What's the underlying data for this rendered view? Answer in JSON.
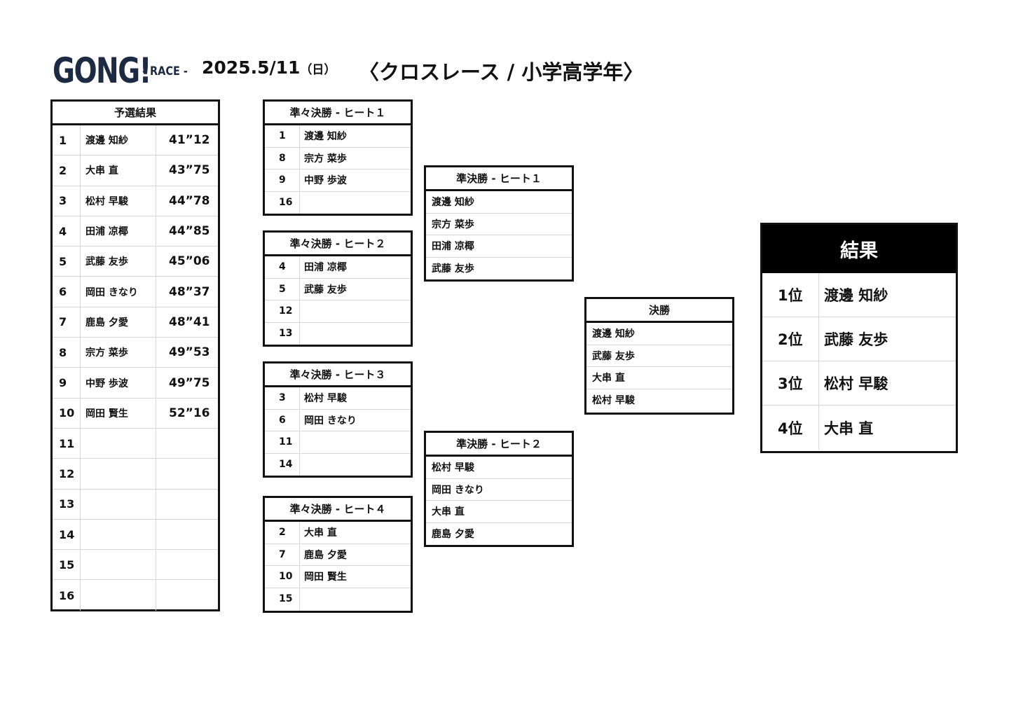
{
  "header": {
    "logo_main": "GONG!",
    "logo_sub": "- RACE -",
    "date": "2025.5/11",
    "day": "（日）",
    "subtitle": "〈クロスレース / 小学高学年〉"
  },
  "qualifying": {
    "title": "予選結果",
    "rows": [
      {
        "rank": "1",
        "name": "渡邊 知紗",
        "time": "41”12"
      },
      {
        "rank": "2",
        "name": "大串 直",
        "time": "43”75"
      },
      {
        "rank": "3",
        "name": "松村 早駿",
        "time": "44”78"
      },
      {
        "rank": "4",
        "name": "田浦 凉椰",
        "time": "44”85"
      },
      {
        "rank": "5",
        "name": "武藤 友歩",
        "time": "45”06"
      },
      {
        "rank": "6",
        "name": "岡田 きなり",
        "time": "48”37"
      },
      {
        "rank": "7",
        "name": "鹿島 夕愛",
        "time": "48”41"
      },
      {
        "rank": "8",
        "name": "宗方 菜歩",
        "time": "49”53"
      },
      {
        "rank": "9",
        "name": "中野 歩波",
        "time": "49”75"
      },
      {
        "rank": "10",
        "name": "岡田 賢生",
        "time": "52”16"
      },
      {
        "rank": "11",
        "name": "",
        "time": ""
      },
      {
        "rank": "12",
        "name": "",
        "time": ""
      },
      {
        "rank": "13",
        "name": "",
        "time": ""
      },
      {
        "rank": "14",
        "name": "",
        "time": ""
      },
      {
        "rank": "15",
        "name": "",
        "time": ""
      },
      {
        "rank": "16",
        "name": "",
        "time": ""
      }
    ]
  },
  "quarterfinals": [
    {
      "title": "準々決勝 - ヒート１",
      "rows": [
        {
          "seed": "1",
          "name": "渡邊 知紗"
        },
        {
          "seed": "8",
          "name": "宗方 菜歩"
        },
        {
          "seed": "9",
          "name": "中野 歩波"
        },
        {
          "seed": "16",
          "name": ""
        }
      ]
    },
    {
      "title": "準々決勝 - ヒート２",
      "rows": [
        {
          "seed": "4",
          "name": "田浦 凉椰"
        },
        {
          "seed": "5",
          "name": "武藤 友歩"
        },
        {
          "seed": "12",
          "name": ""
        },
        {
          "seed": "13",
          "name": ""
        }
      ]
    },
    {
      "title": "準々決勝 - ヒート３",
      "rows": [
        {
          "seed": "3",
          "name": "松村 早駿"
        },
        {
          "seed": "6",
          "name": "岡田 きなり"
        },
        {
          "seed": "11",
          "name": ""
        },
        {
          "seed": "14",
          "name": ""
        }
      ]
    },
    {
      "title": "準々決勝 - ヒート４",
      "rows": [
        {
          "seed": "2",
          "name": "大串 直"
        },
        {
          "seed": "7",
          "name": "鹿島 夕愛"
        },
        {
          "seed": "10",
          "name": "岡田 賢生"
        },
        {
          "seed": "15",
          "name": ""
        }
      ]
    }
  ],
  "semifinals": [
    {
      "title": "準決勝 - ヒート１",
      "rows": [
        "渡邊 知紗",
        "宗方 菜歩",
        "田浦 凉椰",
        "武藤 友歩"
      ]
    },
    {
      "title": "準決勝 - ヒート２",
      "rows": [
        "松村 早駿",
        "岡田 きなり",
        "大串 直",
        "鹿島 夕愛"
      ]
    }
  ],
  "final": {
    "title": "決勝",
    "rows": [
      "渡邊 知紗",
      "武藤 友歩",
      "大串 直",
      "松村 早駿"
    ]
  },
  "results": {
    "title": "結果",
    "rows": [
      {
        "place": "1位",
        "name": "渡邊 知紗"
      },
      {
        "place": "2位",
        "name": "武藤 友歩"
      },
      {
        "place": "3位",
        "name": "松村 早駿"
      },
      {
        "place": "4位",
        "name": "大串 直"
      }
    ]
  }
}
